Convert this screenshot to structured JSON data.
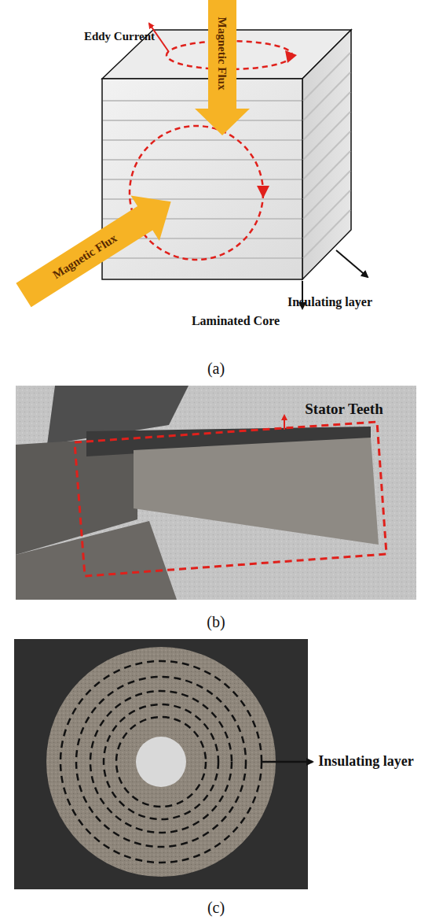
{
  "diagram": {
    "labels": [
      "Magnetic Flux",
      "Eddy Current",
      "Magnetic Flux",
      "Insulating layer",
      "Laminated Core",
      "(a)",
      "Stator Teeth",
      "(b)",
      "Insulating layer",
      "(c)"
    ]
  }
}
